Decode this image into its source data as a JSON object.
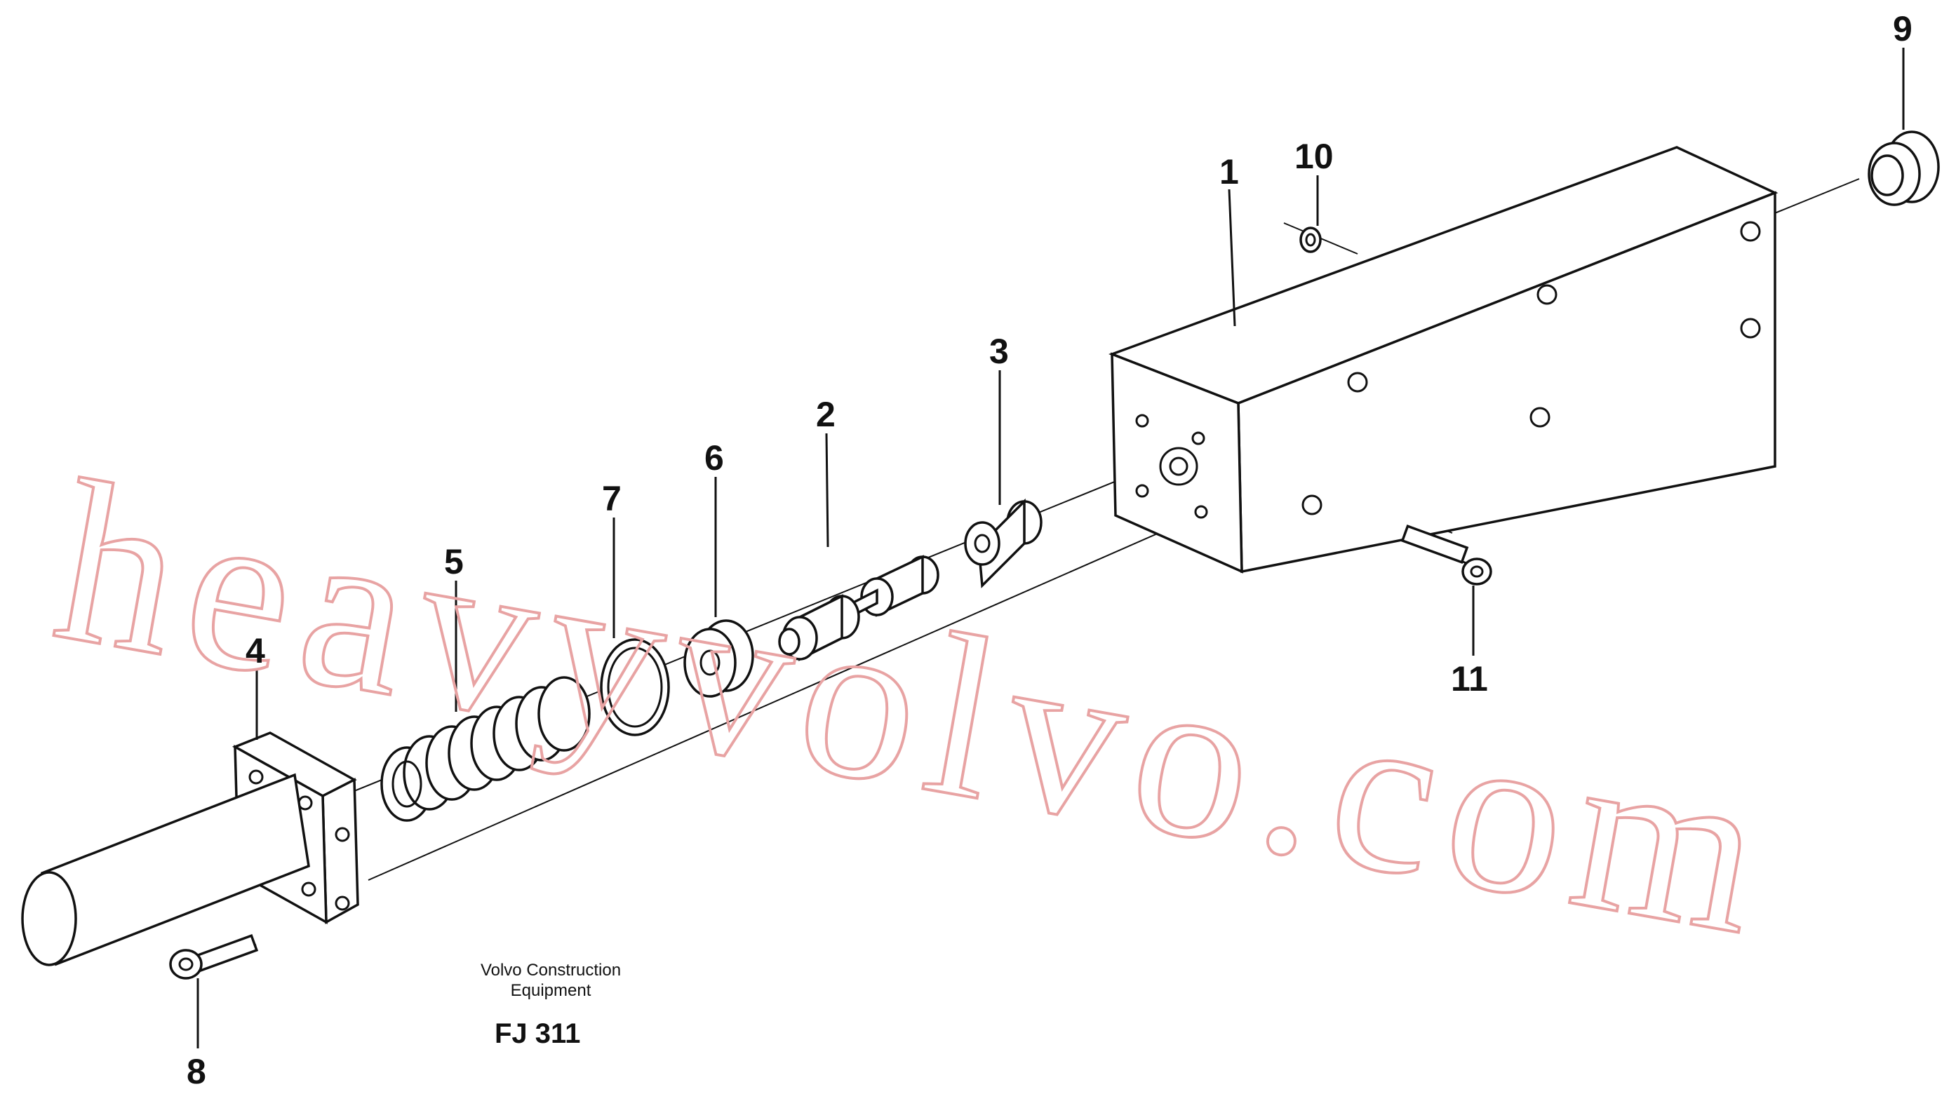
{
  "watermark": "heavyvolvo.com",
  "caption": {
    "line1": "Volvo Construction",
    "line2": "Equipment",
    "figure_code": "FJ 311"
  },
  "callouts": [
    "1",
    "2",
    "3",
    "4",
    "5",
    "6",
    "7",
    "8",
    "9",
    "10",
    "11"
  ]
}
